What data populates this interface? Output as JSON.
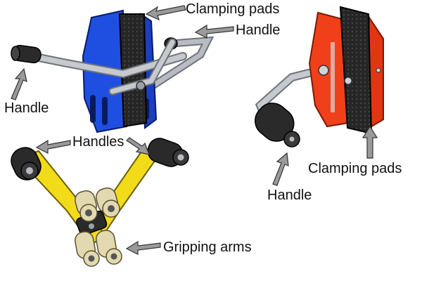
{
  "labels": {
    "blue_clamping_pads": "Clamping pads",
    "blue_handle_right": "Handle",
    "blue_handle_left": "Handle",
    "yellow_handles": "Handles",
    "yellow_gripping_arms": "Gripping arms",
    "red_clamping_pads": "Clamping pads",
    "red_handle": "Handle"
  },
  "colors": {
    "blue_carrier": "#1f4fe0",
    "red_carrier": "#f0401a",
    "yellow_carrier": "#f2dc1a",
    "pad": "#262626",
    "handle_metal": "#b8bcc2",
    "grip": "#2a2a2a",
    "roller": "#e3d9b0",
    "arrow": "#9a9a9a"
  }
}
